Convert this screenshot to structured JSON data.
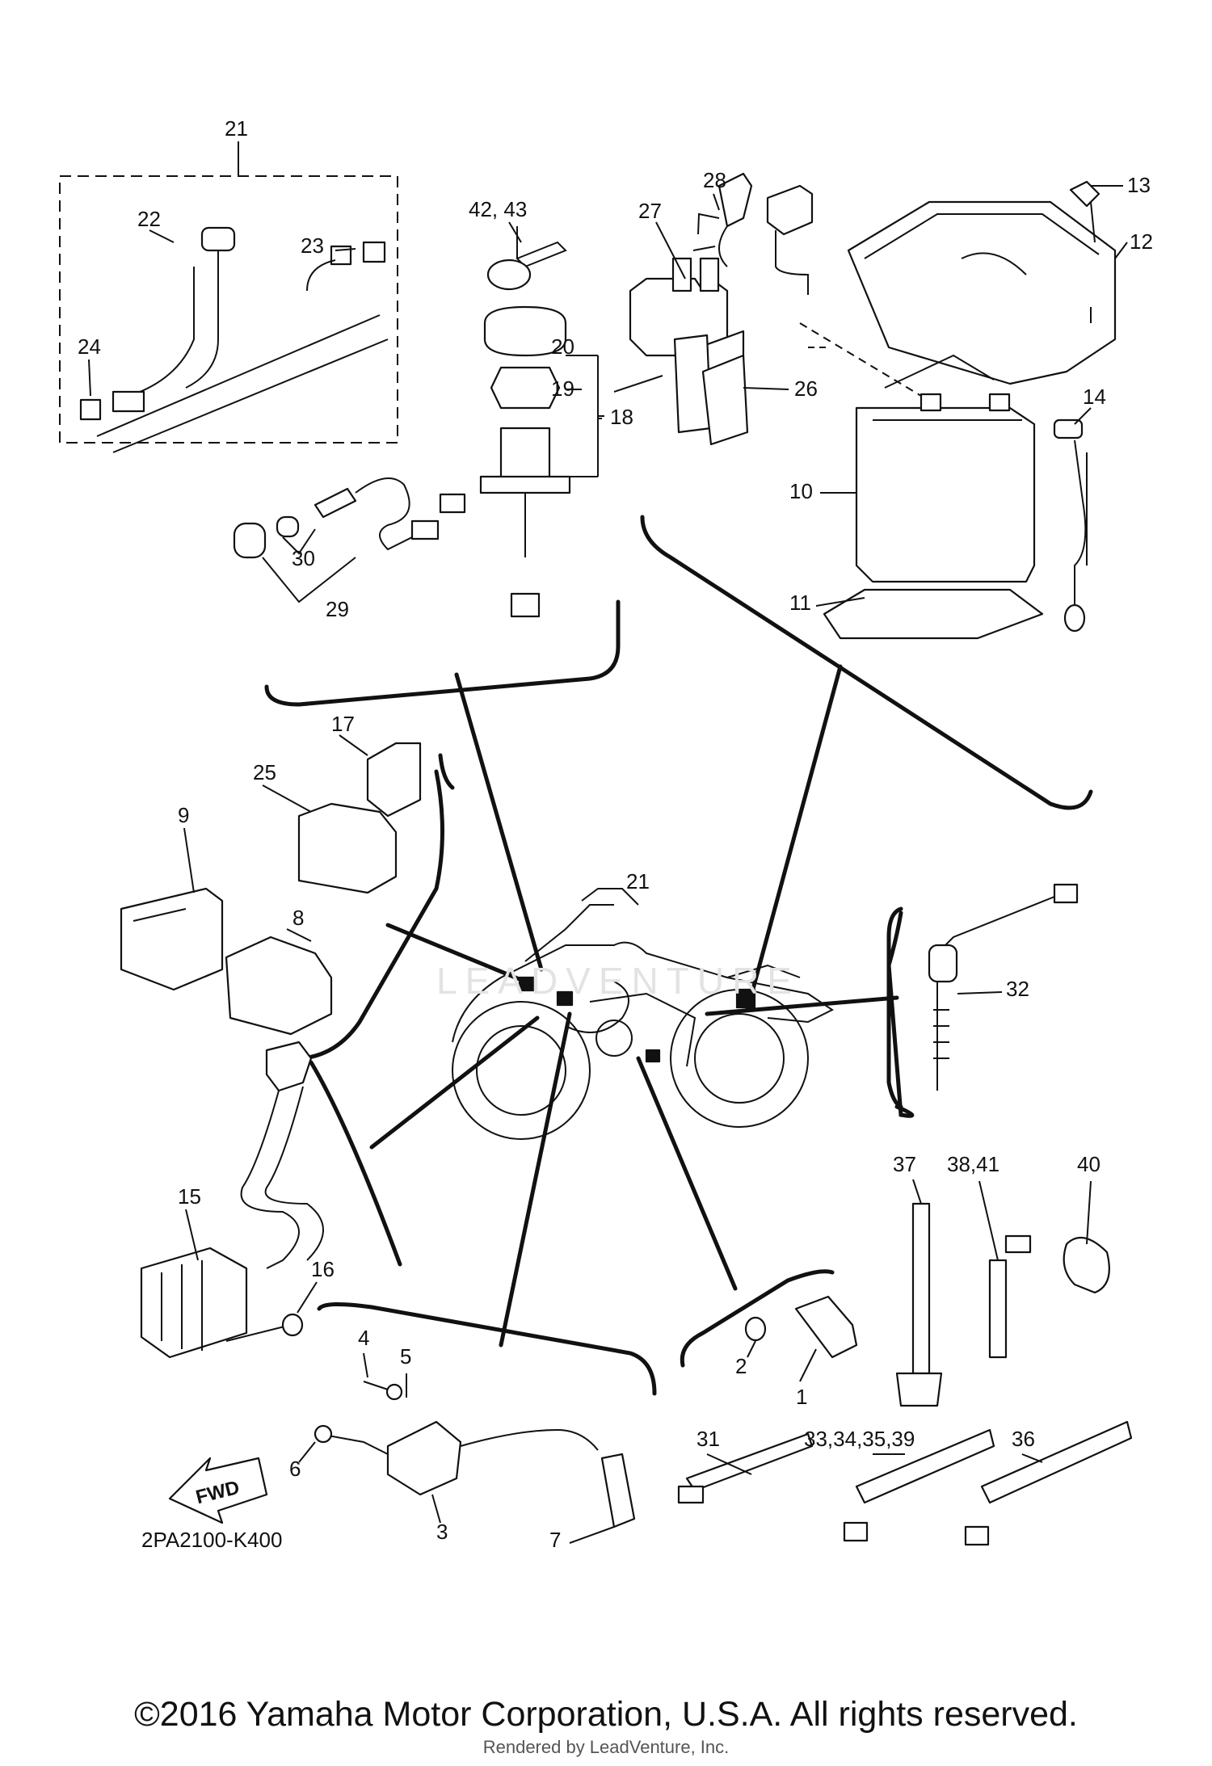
{
  "diagram_code": "2PA2100-K400",
  "fwd_label": "FWD",
  "watermark": "LEADVENTURE",
  "copyright": "©2016 Yamaha Motor Corporation, U.S.A. All rights reserved.",
  "rendered_by": "Rendered by LeadVenture, Inc.",
  "callouts": [
    "1",
    "2",
    "3",
    "4",
    "5",
    "6",
    "7",
    "8",
    "9",
    "10",
    "11",
    "12",
    "13",
    "14",
    "15",
    "16",
    "17",
    "18",
    "19",
    "20",
    "21",
    "21",
    "22",
    "23",
    "24",
    "25",
    "26",
    "27",
    "28",
    "29",
    "30",
    "31",
    "32",
    "33,34,35,39",
    "36",
    "37",
    "38,41",
    "40",
    "42, 43"
  ]
}
